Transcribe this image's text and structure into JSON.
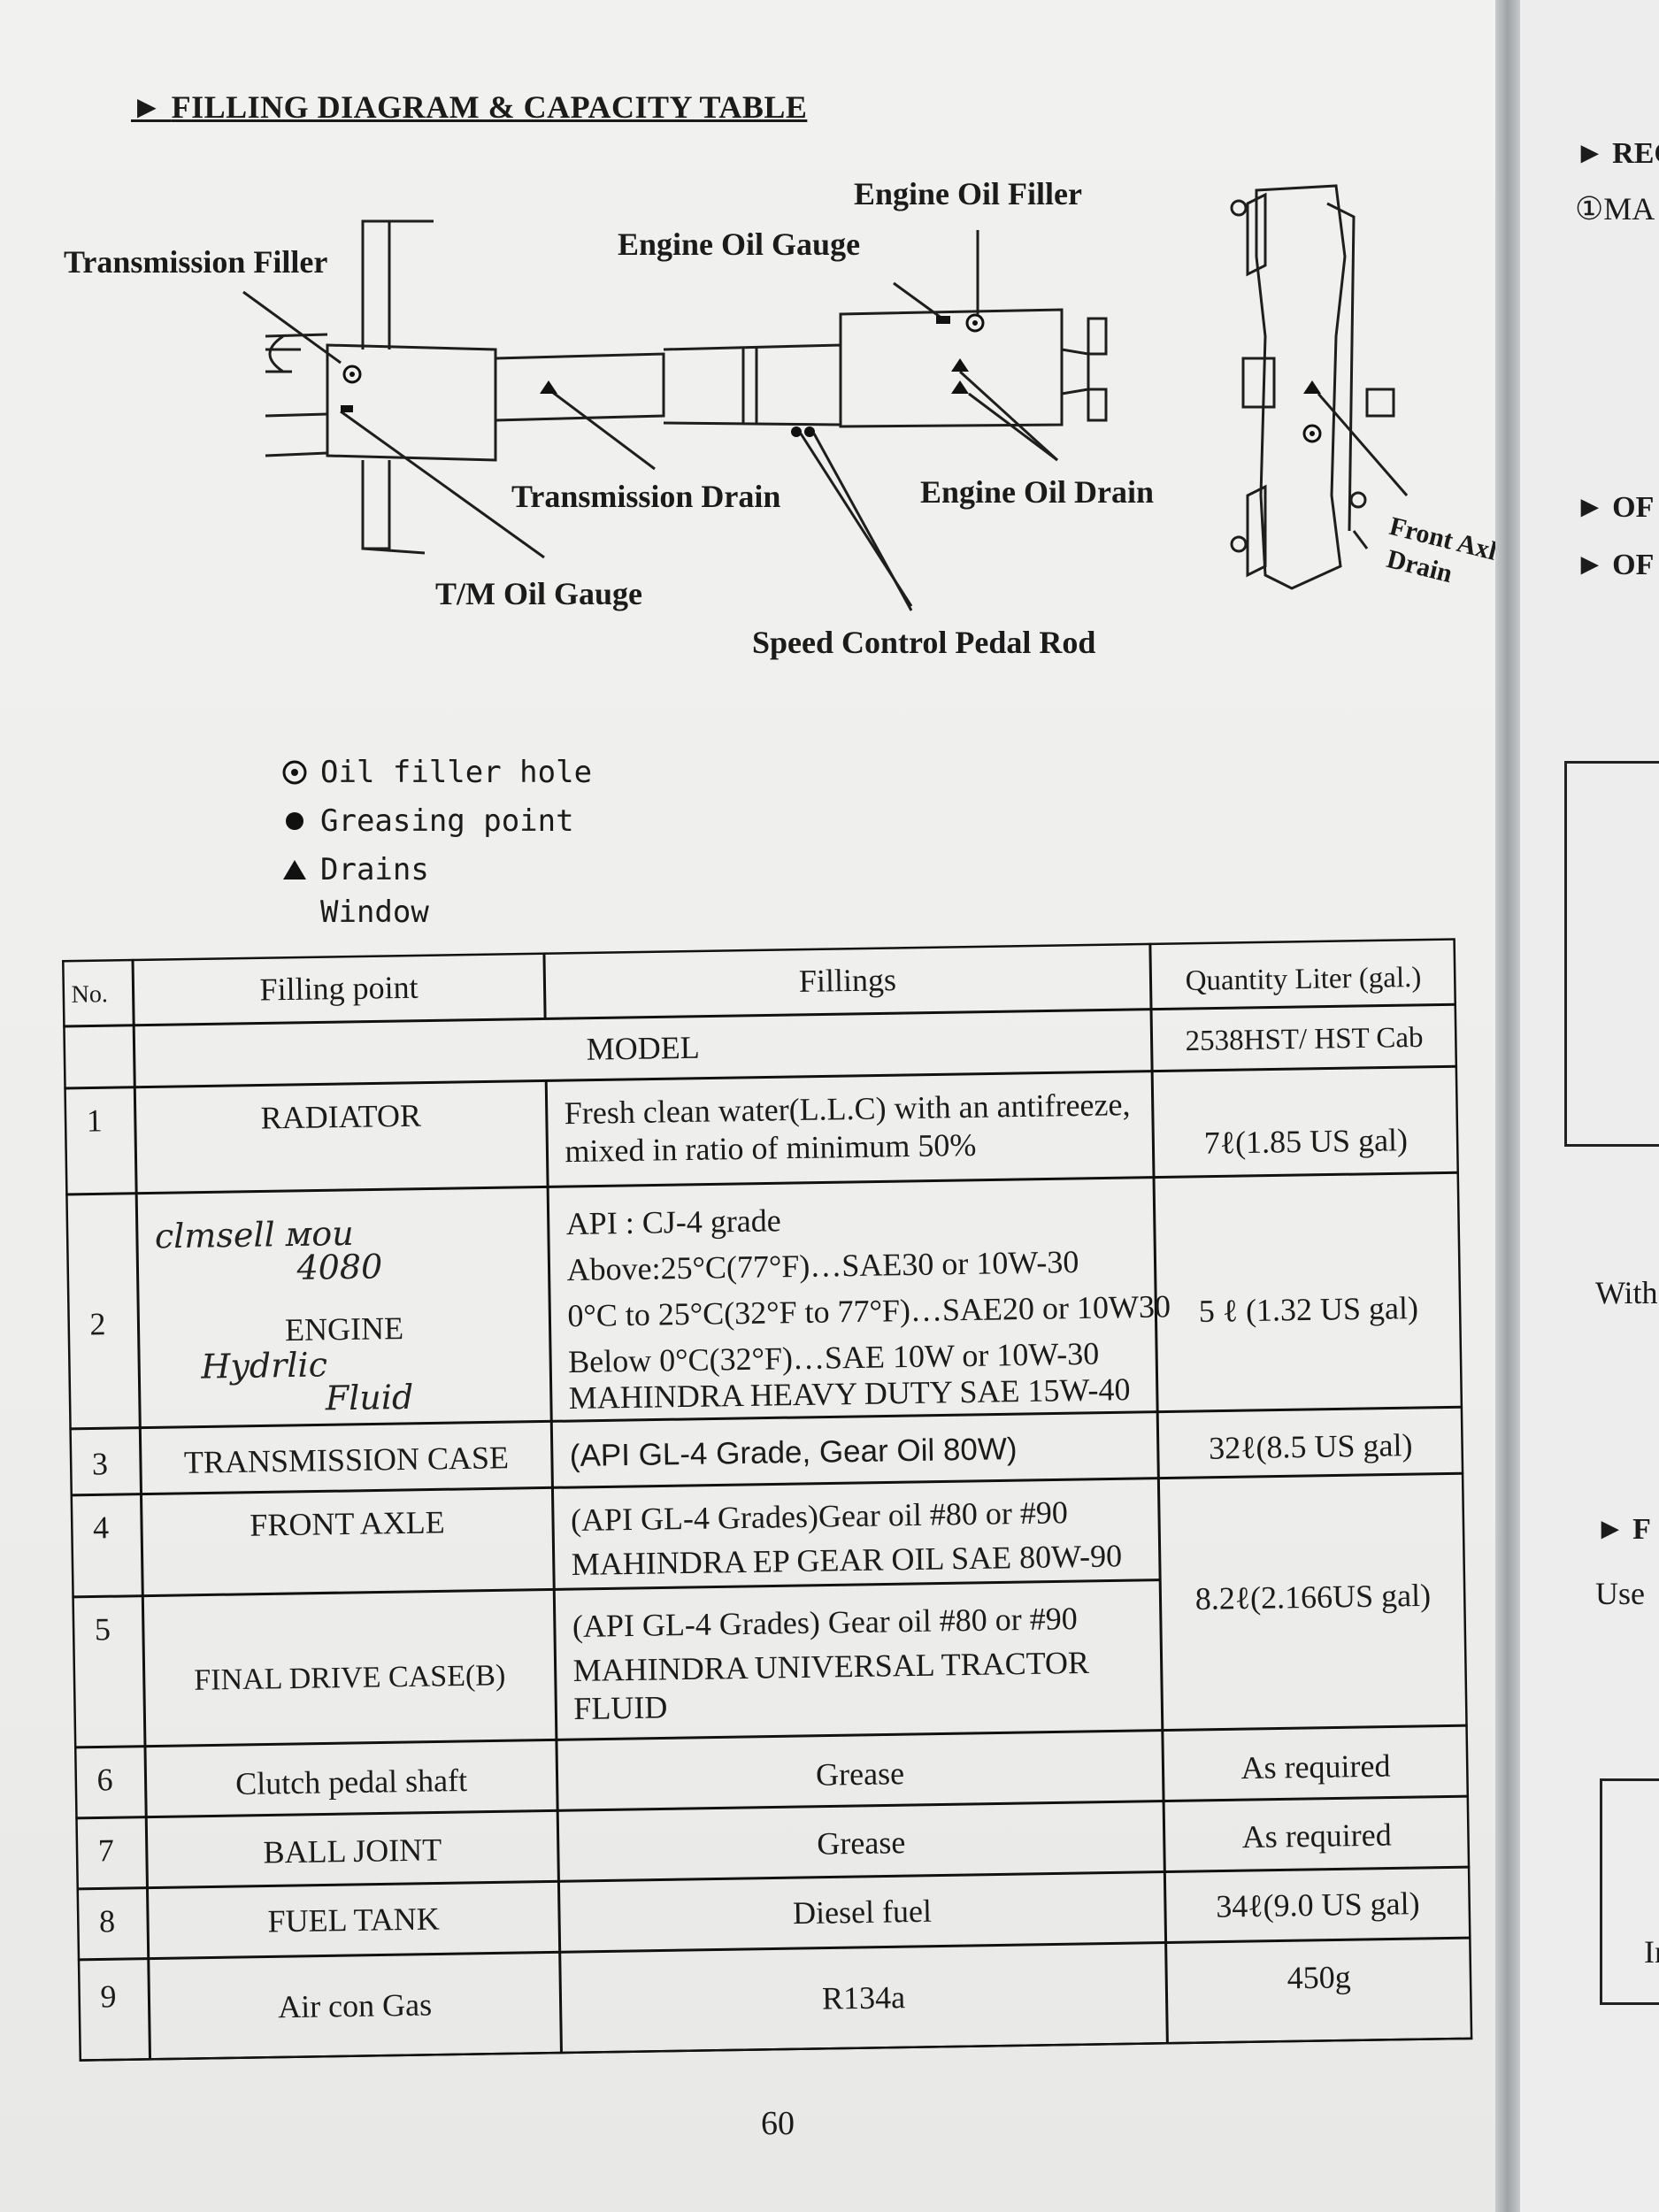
{
  "title": "FILLING DIAGRAM & CAPACITY TABLE",
  "diagram": {
    "labels": {
      "transmission_filler": "Transmission Filler",
      "engine_oil_gauge": "Engine Oil Gauge",
      "engine_oil_filler": "Engine Oil Filler",
      "transmission_drain": "Transmission Drain",
      "engine_oil_drain": "Engine Oil Drain",
      "tm_oil_gauge": "T/M Oil Gauge",
      "speed_control_pedal_rod": "Speed Control Pedal Rod",
      "front_axle": "Front Axle",
      "drain": "Drain"
    }
  },
  "legend": {
    "oil_filler_hole": "Oil filler hole",
    "greasing_point": "Greasing point",
    "drains": "Drains",
    "window": "Window"
  },
  "table": {
    "headers": {
      "no": "No.",
      "filling_point": "Filling point",
      "fillings": "Fillings",
      "quantity": "Quantity Liter (gal.)"
    },
    "model_label": "MODEL",
    "model_value": "2538HST/ HST Cab",
    "rows": [
      {
        "no": "1",
        "point": "RADIATOR",
        "fill1": "Fresh clean water(L.L.C) with an antifreeze,",
        "fill2": "mixed in ratio of minimum 50%",
        "qty": "7ℓ(1.85 US gal)"
      },
      {
        "no": "2",
        "point": "ENGINE",
        "fill1": "API : CJ-4 grade",
        "fill2": "Above:25°C(77°F)…SAE30 or 10W-30",
        "fill3": "0°C to 25°C(32°F to 77°F)…SAE20 or 10W30",
        "fill4": "Below 0°C(32°F)…SAE 10W or 10W-30",
        "fill5": "MAHINDRA HEAVY DUTY SAE 15W-40",
        "qty": "5 ℓ (1.32 US gal)"
      },
      {
        "no": "3",
        "point": "TRANSMISSION CASE",
        "fill1": "(API GL-4 Grade, Gear Oil 80W)",
        "qty": "32ℓ(8.5 US gal)"
      },
      {
        "no": "4",
        "point": "FRONT AXLE",
        "fill1": "(API GL-4 Grades)Gear oil #80 or #90",
        "fill2": "MAHINDRA EP GEAR OIL SAE 80W-90"
      },
      {
        "no": "5",
        "point": "FINAL DRIVE CASE(B)",
        "fill1": "(API GL-4 Grades) Gear oil #80 or #90",
        "fill2": "MAHINDRA UNIVERSAL TRACTOR",
        "fill3": "FLUID",
        "qty": "8.2ℓ(2.166US gal)"
      },
      {
        "no": "6",
        "point": "Clutch pedal shaft",
        "fill1": "Grease",
        "qty": "As required"
      },
      {
        "no": "7",
        "point": "BALL JOINT",
        "fill1": "Grease",
        "qty": "As required"
      },
      {
        "no": "8",
        "point": "FUEL TANK",
        "fill1": "Diesel fuel",
        "qty": "34ℓ(9.0 US gal)"
      },
      {
        "no": "9",
        "point": "Air con Gas",
        "fill1": "R134a",
        "qty": "450g"
      }
    ],
    "handwriting": {
      "line1": "clmsell ᴍou",
      "line2": "4080",
      "line3": "Hydrlic",
      "line4": "Fluid"
    }
  },
  "page_number": "60",
  "next_page": {
    "t1": "► REC",
    "t2": "①MA",
    "t3": "► OF",
    "t4": "► OF",
    "t5": "With",
    "t6": "► F",
    "t7": "Use",
    "t8": "In"
  }
}
